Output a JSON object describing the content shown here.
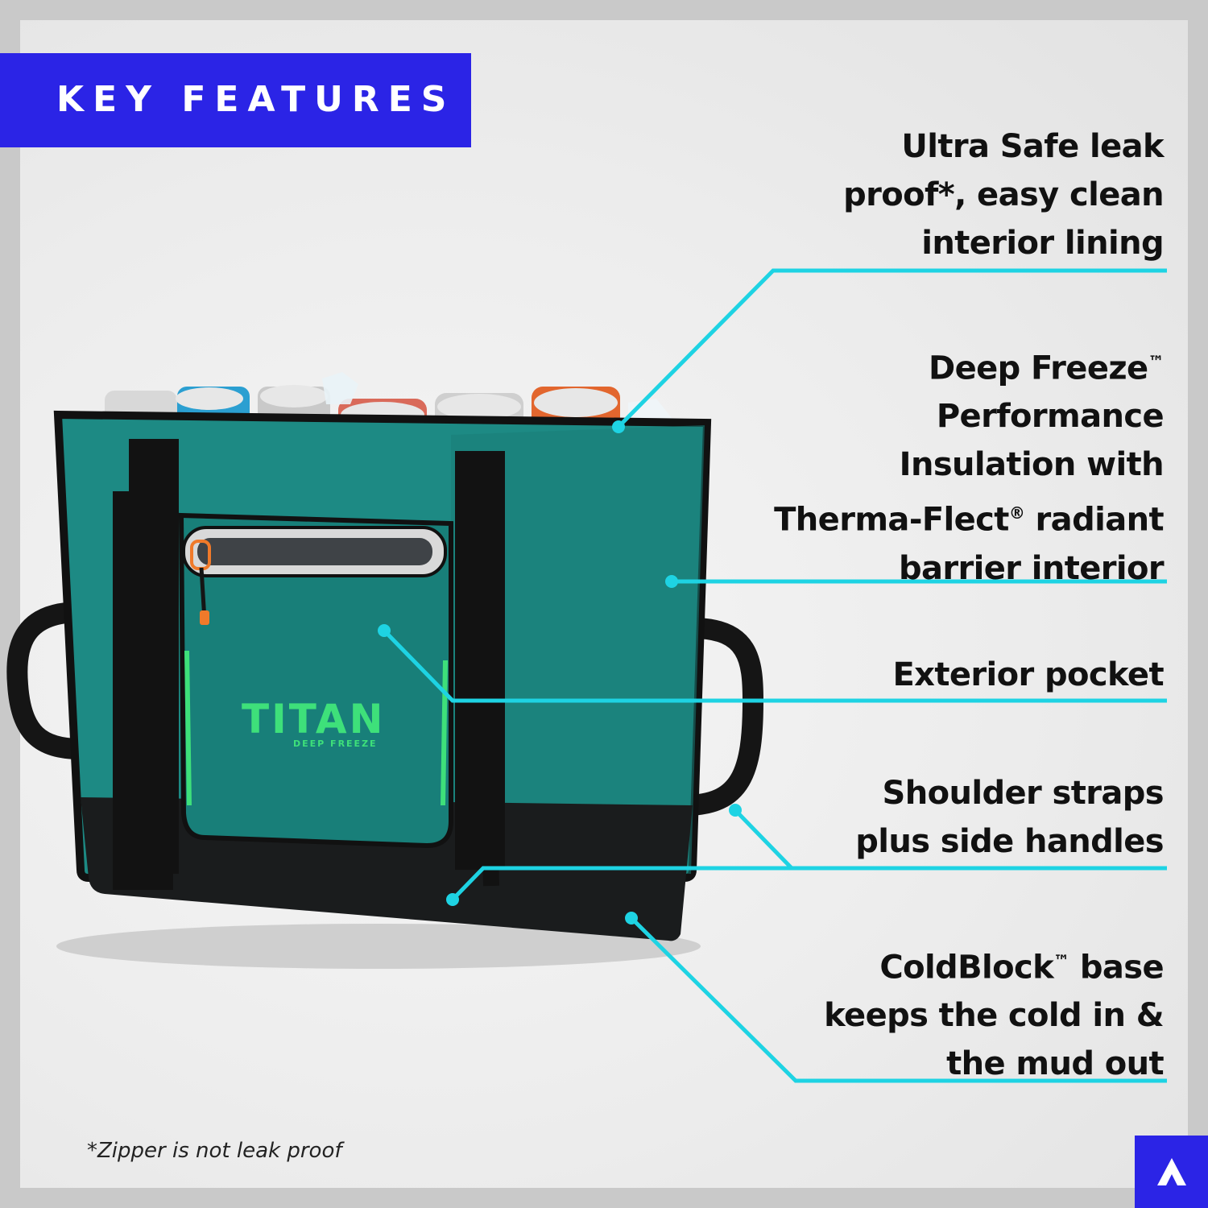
{
  "header": {
    "title": "KEY FEATURES"
  },
  "features": [
    {
      "id": "leak-proof",
      "lines": [
        "Ultra Safe leak",
        "proof*, easy clean",
        "interior lining"
      ]
    },
    {
      "id": "insulation",
      "lines": [
        "Deep Freeze™",
        "Performance",
        "Insulation with",
        "Therma-Flect® radiant",
        "barrier interior"
      ]
    },
    {
      "id": "pocket",
      "lines": [
        "Exterior pocket"
      ]
    },
    {
      "id": "straps",
      "lines": [
        "Shoulder straps",
        "plus side handles"
      ]
    },
    {
      "id": "base",
      "lines": [
        "ColdBlock™ base",
        "keeps the cold in &",
        "the mud out"
      ]
    }
  ],
  "footnote": "*Zipper is not leak proof",
  "product": {
    "brand": "TITAN",
    "sub_brand": "DEEP FREEZE"
  },
  "colors": {
    "accent": "#2b24e6",
    "callout": "#1ed3e3",
    "bag_teal": "#1d8a84",
    "brand_green": "#3ee07a"
  },
  "icons": {
    "logo": "mountain-peak-icon"
  }
}
